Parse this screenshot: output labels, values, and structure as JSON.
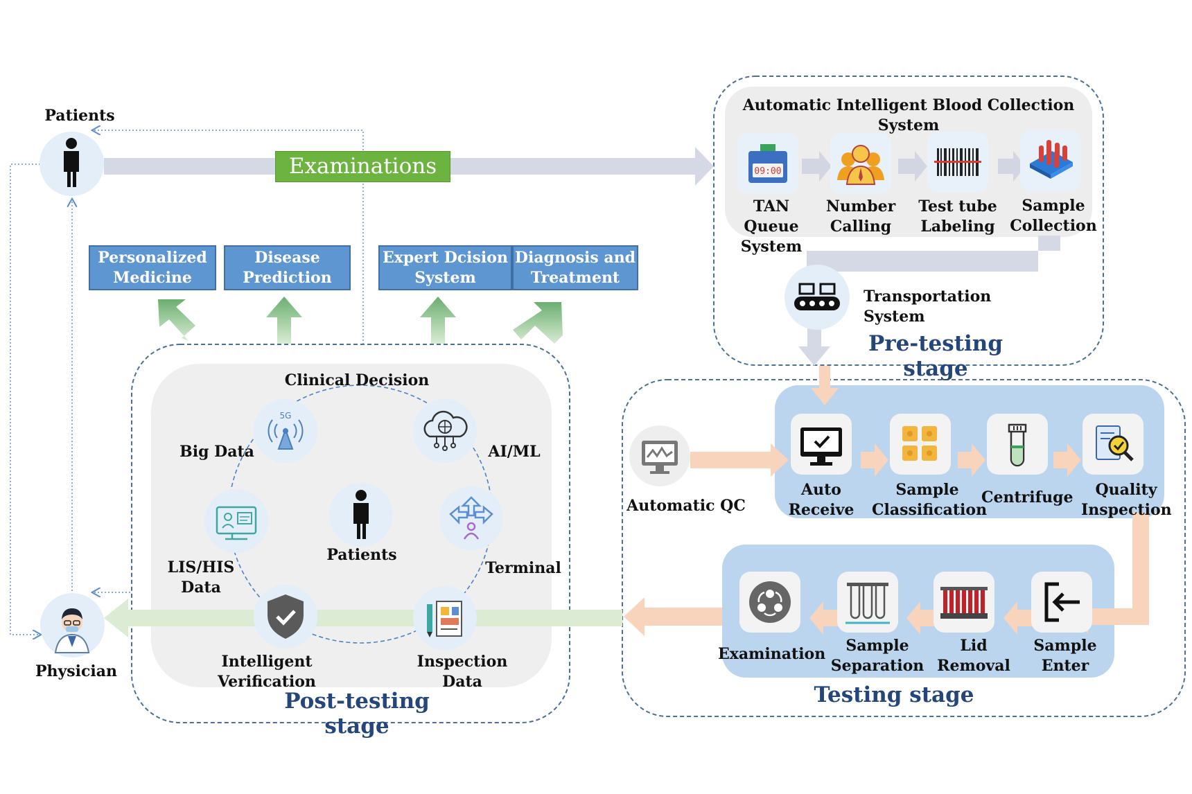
{
  "patients_label": "Patients",
  "physician_label": "Physician",
  "examinations_label": "Examinations",
  "outputs": [
    "Personalized Medicine",
    "Disease Prediction",
    "Expert Dcision System",
    "Diagnosis and Treatment"
  ],
  "pre_testing": {
    "title": "Automatic Intelligent Blood Collection System",
    "steps": [
      "TAN Queue System",
      "Number Calling",
      "Test tube Labeling",
      "Sample Collection"
    ],
    "clock_text": "09:00",
    "transport_label": "Transportation System",
    "stage_label": "Pre-testing stage"
  },
  "testing": {
    "qc_label": "Automatic QC",
    "row1": [
      "Auto Receive",
      "Sample Classification",
      "Centrifuge",
      "Quality Inspection"
    ],
    "row2": [
      "Examination",
      "Sample Separation",
      "Lid Removal",
      "Sample Enter"
    ],
    "stage_label": "Testing stage"
  },
  "post_testing": {
    "title": "Clinical Decision",
    "big_data": "Big Data",
    "big_data_icon_text": "5G",
    "ai_ml": "AI/ML",
    "lis_his": "LIS/HIS Data",
    "patients": "Patients",
    "terminal": "Terminal",
    "verification": "Intelligent  Verification",
    "inspection": "Inspection Data",
    "stage_label": "Post-testing stage"
  },
  "colors": {
    "stage_title": "#24467a",
    "blue_box": "#5d96d1",
    "examinations": "#6cb33f",
    "gray_arrow": "#d5d9e6",
    "peach_arrow": "#f8d4bd",
    "green_arrow": "#dcebd4",
    "testing_panel": "#bcd5ee"
  }
}
